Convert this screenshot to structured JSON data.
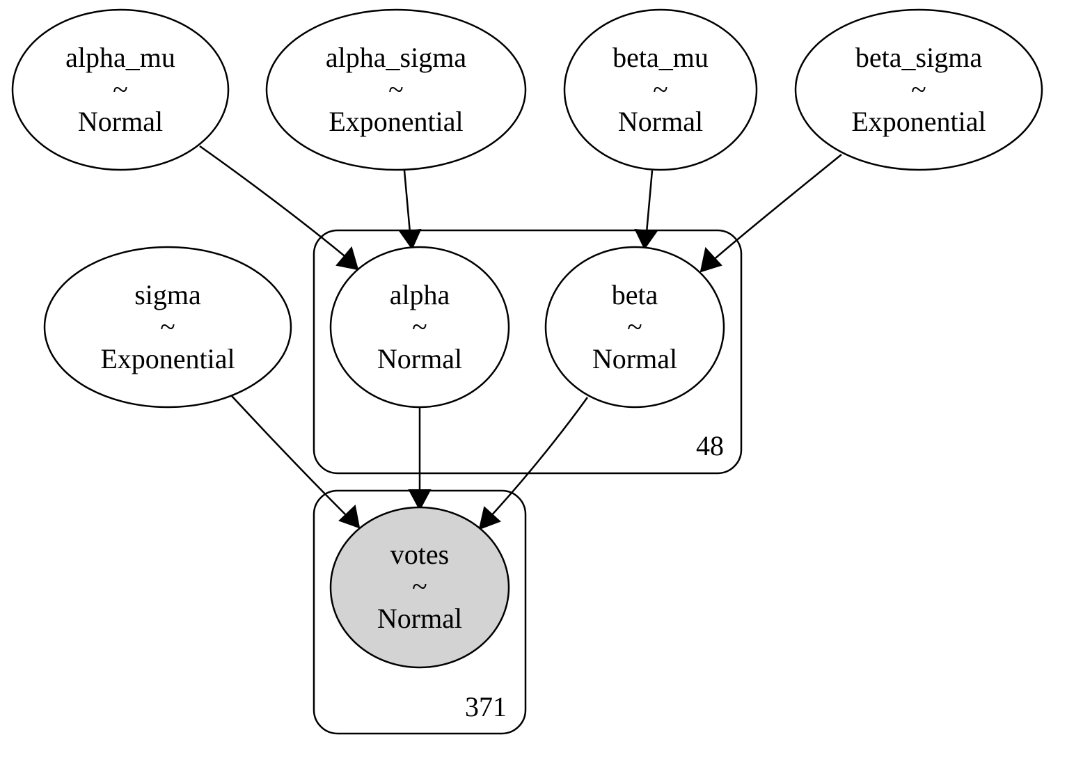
{
  "nodes": {
    "alpha_mu": {
      "name": "alpha_mu",
      "tilde": "~",
      "dist": "Normal"
    },
    "alpha_sigma": {
      "name": "alpha_sigma",
      "tilde": "~",
      "dist": "Exponential"
    },
    "beta_mu": {
      "name": "beta_mu",
      "tilde": "~",
      "dist": "Normal"
    },
    "beta_sigma": {
      "name": "beta_sigma",
      "tilde": "~",
      "dist": "Exponential"
    },
    "sigma": {
      "name": "sigma",
      "tilde": "~",
      "dist": "Exponential"
    },
    "alpha": {
      "name": "alpha",
      "tilde": "~",
      "dist": "Normal"
    },
    "beta": {
      "name": "beta",
      "tilde": "~",
      "dist": "Normal"
    },
    "votes": {
      "name": "votes",
      "tilde": "~",
      "dist": "Normal",
      "observed": true
    }
  },
  "plates": {
    "plate_48": {
      "label": "48",
      "members": [
        "alpha",
        "beta"
      ]
    },
    "plate_371": {
      "label": "371",
      "members": [
        "votes"
      ]
    }
  },
  "edges": [
    {
      "from": "alpha_mu",
      "to": "alpha"
    },
    {
      "from": "alpha_sigma",
      "to": "alpha"
    },
    {
      "from": "beta_mu",
      "to": "beta"
    },
    {
      "from": "beta_sigma",
      "to": "beta"
    },
    {
      "from": "sigma",
      "to": "votes"
    },
    {
      "from": "alpha",
      "to": "votes"
    },
    {
      "from": "beta",
      "to": "votes"
    }
  ],
  "colors": {
    "stroke": "#000000",
    "node_fill": "#ffffff",
    "observed_fill": "#d3d3d3",
    "background": "#ffffff"
  }
}
